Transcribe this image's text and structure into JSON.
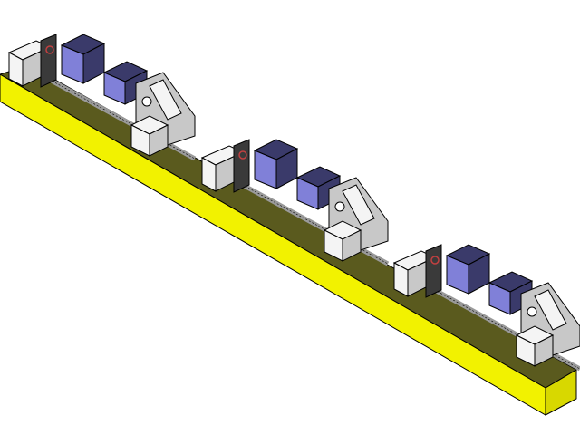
{
  "scene": {
    "background_color": "#ffffff",
    "colors": {
      "beam_front": "#f2f200",
      "beam_top": "#5a5a1e",
      "beam_end": "#d8d800",
      "block_white": "#f4f4f4",
      "block_grey": "#c8c8c8",
      "plate_dark": "#3a3a3a",
      "clamp_blue": "#8080d8",
      "clamp_blue_dark": "#3a3a6a",
      "rod": "#9a9a9a",
      "accent_red": "#c04040"
    },
    "stations": [
      {
        "id": "station-1"
      },
      {
        "id": "station-2"
      },
      {
        "id": "station-3"
      }
    ]
  }
}
